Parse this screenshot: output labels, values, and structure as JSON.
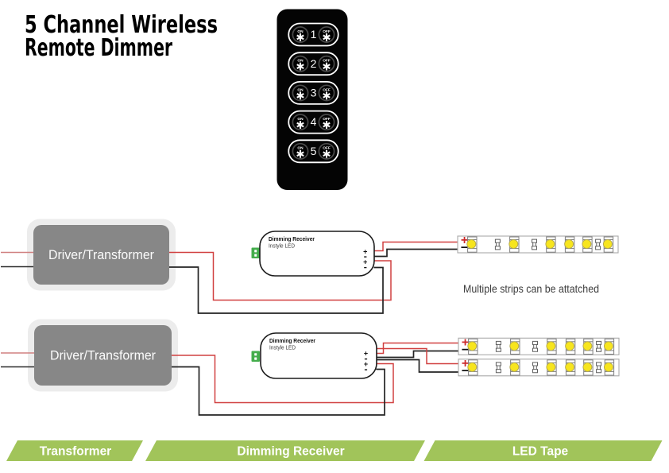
{
  "title": {
    "line1": "5 Channel Wireless",
    "line2": "Remote Dimmer"
  },
  "remote": {
    "channels": [
      {
        "number": "1",
        "on_label": "ON",
        "off_label": "OFF"
      },
      {
        "number": "2",
        "on_label": "ON",
        "off_label": "OFF"
      },
      {
        "number": "3",
        "on_label": "ON",
        "off_label": "OFF"
      },
      {
        "number": "4",
        "on_label": "ON",
        "off_label": "OFF"
      },
      {
        "number": "5",
        "on_label": "ON",
        "off_label": "OFF"
      }
    ]
  },
  "diagram": {
    "drivers": [
      {
        "label": "Driver/Transformer"
      },
      {
        "label": "Driver/Transformer"
      }
    ],
    "receivers": [
      {
        "name": "Dimming Receiver",
        "brand": "Instyle LED",
        "terminals": [
          "+",
          "-",
          "+",
          "-"
        ]
      },
      {
        "name": "Dimming Receiver",
        "brand": "Instyle LED",
        "terminals": [
          "+",
          "-",
          "+",
          "-"
        ]
      }
    ],
    "strips": [
      {
        "plus": "+",
        "minus": "−"
      },
      {
        "plus": "+",
        "minus": "−"
      },
      {
        "plus": "+",
        "minus": "−"
      }
    ],
    "led_pattern": [
      {
        "type": "led",
        "dx": 18.3
      },
      {
        "type": "resistor",
        "dx": 50.4
      },
      {
        "type": "led",
        "dx": 71.3
      },
      {
        "type": "resistor",
        "dx": 96.5
      },
      {
        "type": "led",
        "dx": 117.4
      },
      {
        "type": "led",
        "dx": 141.1
      },
      {
        "type": "led",
        "dx": 163.4
      },
      {
        "type": "resistor",
        "dx": 176.6
      },
      {
        "type": "led",
        "dx": 189.9
      }
    ],
    "note": "Multiple strips can be attatched"
  },
  "banners": [
    {
      "label": "Transformer"
    },
    {
      "label": "Dimming Receiver"
    },
    {
      "label": "LED Tape"
    }
  ],
  "colors": {
    "wire_red": "#d14040",
    "wire_red_soft": "#d08080",
    "wire_black": "#232323",
    "wire_black_soft": "#2c2c2c",
    "banner_green": "#a1c45a",
    "terminal_green": "#44ad4c",
    "led_yellow": "#f7e51e",
    "driver_gray": "#878787",
    "driver_halo": "#ececec",
    "remote_black": "#040404",
    "strip_border": "#a9a9a9",
    "plus_red": "#cc2a2a"
  }
}
